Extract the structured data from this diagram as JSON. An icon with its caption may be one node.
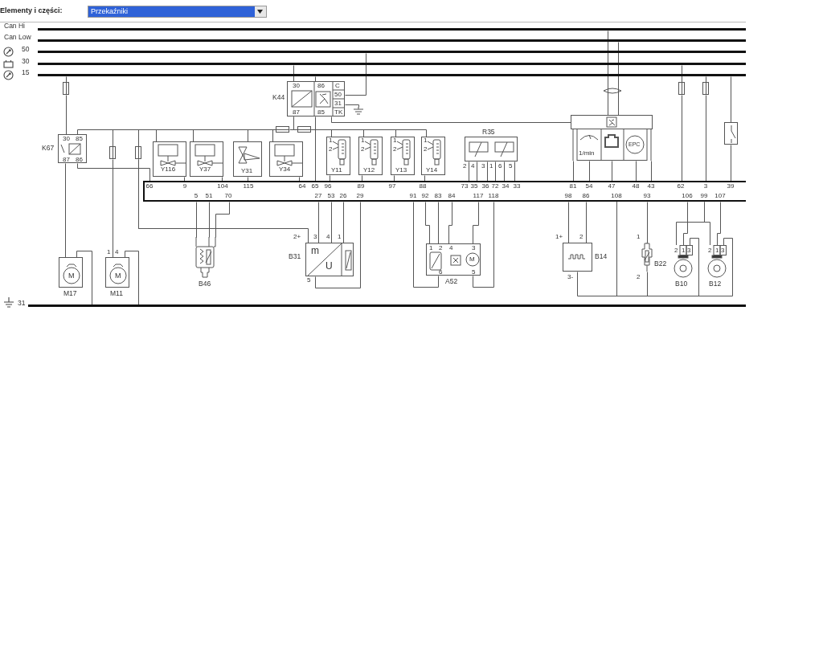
{
  "diagram": {
    "nodes": [
      {
        "text": [],
        "shape": "bar",
        "beside": [
          "Can Hi"
        ]
      },
      {
        "text": [],
        "shape": "bar",
        "beside": [
          "Can Low"
        ]
      },
      {
        "text": [],
        "shape": "bar",
        "beside": [
          "50"
        ]
      },
      {
        "text": [],
        "shape": "bar",
        "beside": [
          "30"
        ]
      },
      {
        "text": [],
        "shape": "bar",
        "beside": [
          "15"
        ]
      },
      {
        "text": [],
        "shape": "bar",
        "beside": [
          "31"
        ]
      },
      {
        "text": [
          "30",
          "86",
          "C",
          "50",
          "31",
          "87",
          "85",
          "TK"
        ],
        "beside": [
          "K44"
        ]
      },
      {
        "text": [
          "30",
          "85",
          "87",
          "86"
        ],
        "beside": [
          "K67"
        ]
      },
      {
        "text": [],
        "shape": "box"
      },
      {
        "text": [],
        "shape": "box"
      },
      {
        "text": [],
        "shape": "box"
      },
      {
        "text": [],
        "shape": "box"
      },
      {
        "text": [],
        "shape": "box"
      },
      {
        "text": [
          "Y116"
        ]
      },
      {
        "text": [
          "Y37"
        ]
      },
      {
        "text": [
          "Y31"
        ]
      },
      {
        "text": [
          "Y34"
        ]
      },
      {
        "text": [
          "1",
          "2",
          "Y11"
        ]
      },
      {
        "text": [
          "1",
          "2",
          "Y12"
        ]
      },
      {
        "text": [
          "1",
          "2",
          "Y13"
        ]
      },
      {
        "text": [
          "1",
          "2",
          "Y14"
        ]
      },
      {
        "text": [],
        "shape": "box",
        "beside": [
          "R35",
          "2",
          "4",
          "3",
          "1",
          "6",
          "5"
        ]
      },
      {
        "text": [
          "1/min",
          "EPC"
        ]
      },
      {
        "text": [],
        "shape": "box"
      },
      {
        "text": [
          "66",
          "9",
          "104",
          "115",
          "64",
          "65",
          "96",
          "89",
          "97",
          "88",
          "73",
          "35",
          "36",
          "72",
          "34",
          "33",
          "81",
          "54",
          "47",
          "48",
          "43",
          "62",
          "3",
          "39",
          "5",
          "51",
          "70",
          "27",
          "53",
          "26",
          "29",
          "91",
          "92",
          "83",
          "84",
          "117",
          "118",
          "98",
          "86",
          "108",
          "93",
          "106",
          "99",
          "107"
        ]
      },
      {
        "text": [
          "M"
        ],
        "beside": [
          "M17"
        ]
      },
      {
        "text": [
          "M"
        ],
        "beside": [
          "1",
          "4",
          "M11"
        ]
      },
      {
        "text": [],
        "shape": "picture",
        "beside": [
          "B46"
        ]
      },
      {
        "text": [
          "m",
          "U"
        ],
        "beside": [
          "2+",
          "3",
          "4",
          "1",
          "5",
          "B31"
        ]
      },
      {
        "text": [
          "1",
          "2",
          "4",
          "3",
          "M",
          "6",
          "5"
        ],
        "beside": [
          "A52"
        ]
      },
      {
        "text": [],
        "shape": "box",
        "beside": [
          "1+",
          "2",
          "B14",
          "3-"
        ]
      },
      {
        "text": [],
        "shape": "picture",
        "beside": [
          "1",
          "B22",
          "2"
        ]
      },
      {
        "text": [
          "2",
          "1",
          "3"
        ],
        "beside": [
          "B10"
        ]
      },
      {
        "text": [
          "2",
          "1",
          "3"
        ],
        "beside": [
          "B12"
        ]
      },
      {
        "text": [],
        "shape": "ground"
      },
      {
        "text": [],
        "shape": "box"
      },
      {
        "text": [],
        "shape": "box"
      }
    ],
    "edges": [
      {
        "from": 4,
        "to": 8,
        "arrow": "none"
      },
      {
        "from": 8,
        "to": 7,
        "arrow": "none"
      },
      {
        "from": 7,
        "to": 25,
        "arrow": "none"
      },
      {
        "from": 3,
        "to": 6,
        "arrow": "none"
      },
      {
        "from": 4,
        "to": 6,
        "arrow": "none"
      },
      {
        "from": 2,
        "to": 6,
        "arrow": "none"
      },
      {
        "from": 6,
        "to": 34,
        "arrow": "none"
      },
      {
        "from": 6,
        "to": 22,
        "arrow": "none"
      },
      {
        "from": 6,
        "to": 11,
        "arrow": "none"
      },
      {
        "from": 6,
        "to": 12,
        "arrow": "none"
      },
      {
        "from": 6,
        "to": 24,
        "arrow": "none"
      },
      {
        "from": 12,
        "to": 17,
        "arrow": "none"
      },
      {
        "from": 12,
        "to": 18,
        "arrow": "none"
      },
      {
        "from": 12,
        "to": 19,
        "arrow": "none"
      },
      {
        "from": 12,
        "to": 20,
        "arrow": "none"
      },
      {
        "from": 11,
        "to": 7,
        "arrow": "none"
      },
      {
        "from": 11,
        "to": 9,
        "arrow": "none"
      },
      {
        "from": 11,
        "to": 10,
        "arrow": "none"
      },
      {
        "from": 11,
        "to": 13,
        "arrow": "none"
      },
      {
        "from": 11,
        "to": 14,
        "arrow": "none"
      },
      {
        "from": 11,
        "to": 15,
        "arrow": "none"
      },
      {
        "from": 11,
        "to": 16,
        "arrow": "none"
      },
      {
        "from": 9,
        "to": 26,
        "arrow": "none"
      },
      {
        "from": 10,
        "to": 27,
        "arrow": "none"
      },
      {
        "from": 10,
        "to": 28,
        "arrow": "none"
      },
      {
        "from": 7,
        "to": 24,
        "arrow": "none"
      },
      {
        "from": 13,
        "to": 24,
        "arrow": "none"
      },
      {
        "from": 14,
        "to": 24,
        "arrow": "none"
      },
      {
        "from": 15,
        "to": 24,
        "arrow": "none"
      },
      {
        "from": 16,
        "to": 24,
        "arrow": "none"
      },
      {
        "from": 17,
        "to": 24,
        "arrow": "none"
      },
      {
        "from": 18,
        "to": 24,
        "arrow": "none"
      },
      {
        "from": 19,
        "to": 24,
        "arrow": "none"
      },
      {
        "from": 20,
        "to": 24,
        "arrow": "none"
      },
      {
        "from": 21,
        "to": 24,
        "arrow": "none"
      },
      {
        "from": 21,
        "to": 24,
        "arrow": "none"
      },
      {
        "from": 21,
        "to": 24,
        "arrow": "none"
      },
      {
        "from": 21,
        "to": 24,
        "arrow": "none"
      },
      {
        "from": 21,
        "to": 24,
        "arrow": "none"
      },
      {
        "from": 21,
        "to": 24,
        "arrow": "none"
      },
      {
        "from": 22,
        "to": 24,
        "arrow": "none"
      },
      {
        "from": 22,
        "to": 24,
        "arrow": "none"
      },
      {
        "from": 22,
        "to": 24,
        "arrow": "none"
      },
      {
        "from": 22,
        "to": 24,
        "arrow": "none"
      },
      {
        "from": 22,
        "to": 24,
        "arrow": "none"
      },
      {
        "from": 0,
        "to": 22,
        "arrow": "none"
      },
      {
        "from": 1,
        "to": 22,
        "arrow": "none"
      },
      {
        "from": 3,
        "to": 35,
        "arrow": "none"
      },
      {
        "from": 35,
        "to": 24,
        "arrow": "none"
      },
      {
        "from": 4,
        "to": 36,
        "arrow": "none"
      },
      {
        "from": 36,
        "to": 24,
        "arrow": "none"
      },
      {
        "from": 4,
        "to": 23,
        "arrow": "none"
      },
      {
        "from": 23,
        "to": 24,
        "arrow": "none"
      },
      {
        "from": 24,
        "to": 27,
        "arrow": "none"
      },
      {
        "from": 24,
        "to": 27,
        "arrow": "none"
      },
      {
        "from": 24,
        "to": 27,
        "arrow": "none"
      },
      {
        "from": 24,
        "to": 28,
        "arrow": "none"
      },
      {
        "from": 24,
        "to": 28,
        "arrow": "none"
      },
      {
        "from": 24,
        "to": 28,
        "arrow": "none"
      },
      {
        "from": 24,
        "to": 28,
        "arrow": "none"
      },
      {
        "from": 24,
        "to": 29,
        "arrow": "none"
      },
      {
        "from": 24,
        "to": 29,
        "arrow": "none"
      },
      {
        "from": 24,
        "to": 29,
        "arrow": "none"
      },
      {
        "from": 24,
        "to": 29,
        "arrow": "none"
      },
      {
        "from": 24,
        "to": 29,
        "arrow": "none"
      },
      {
        "from": 24,
        "to": 29,
        "arrow": "none"
      },
      {
        "from": 24,
        "to": 30,
        "arrow": "none"
      },
      {
        "from": 24,
        "to": 30,
        "arrow": "none"
      },
      {
        "from": 30,
        "to": 24,
        "arrow": "none"
      },
      {
        "from": 24,
        "to": 31,
        "arrow": "none"
      },
      {
        "from": 31,
        "to": 24,
        "arrow": "none"
      },
      {
        "from": 24,
        "to": 32,
        "arrow": "none"
      },
      {
        "from": 24,
        "to": 33,
        "arrow": "none"
      },
      {
        "from": 24,
        "to": 32,
        "arrow": "none"
      },
      {
        "from": 24,
        "to": 33,
        "arrow": "none"
      },
      {
        "from": 32,
        "to": 24,
        "arrow": "none"
      },
      {
        "from": 33,
        "to": 24,
        "arrow": "none"
      },
      {
        "from": 25,
        "to": 5,
        "arrow": "none"
      },
      {
        "from": 26,
        "to": 5,
        "arrow": "none"
      }
    ],
    "labels": [
      "Elementy i części:",
      "Przekaźniki"
    ]
  }
}
